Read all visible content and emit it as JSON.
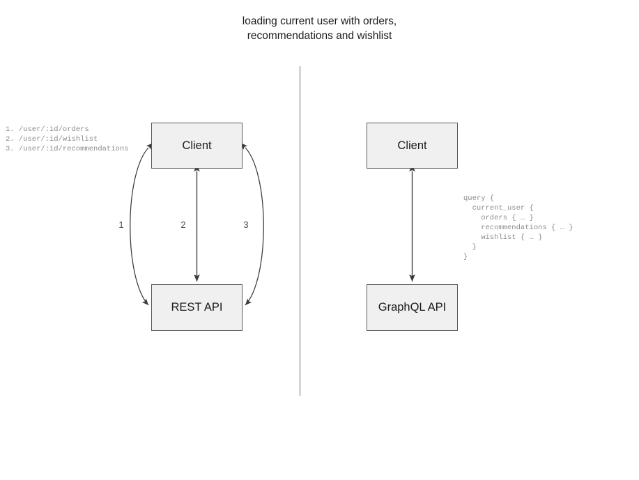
{
  "diagram": {
    "title": "loading current user with orders,\nrecommendations and wishlist",
    "divider": {
      "orientation": "vertical",
      "color": "#6d6d6d"
    },
    "rest_side": {
      "client_label": "Client",
      "api_label": "REST API",
      "edge_labels": [
        "1",
        "2",
        "3"
      ],
      "endpoint_list": "1. /user/:id/orders\n2. /user/:id/wishlist\n3. /user/:id/recommendations"
    },
    "graphql_side": {
      "client_label": "Client",
      "api_label": "GraphQL API",
      "query": "query {\n  current_user {\n    orders { … }\n    recommendations { … }\n    wishlist { … }\n  }\n}"
    },
    "colors": {
      "node_fill": "#f0f0f0",
      "node_stroke": "#58595b",
      "edge_stroke": "#3a3a3a",
      "text": "#1a1a1a",
      "muted_text": "#8c8c8c"
    }
  }
}
